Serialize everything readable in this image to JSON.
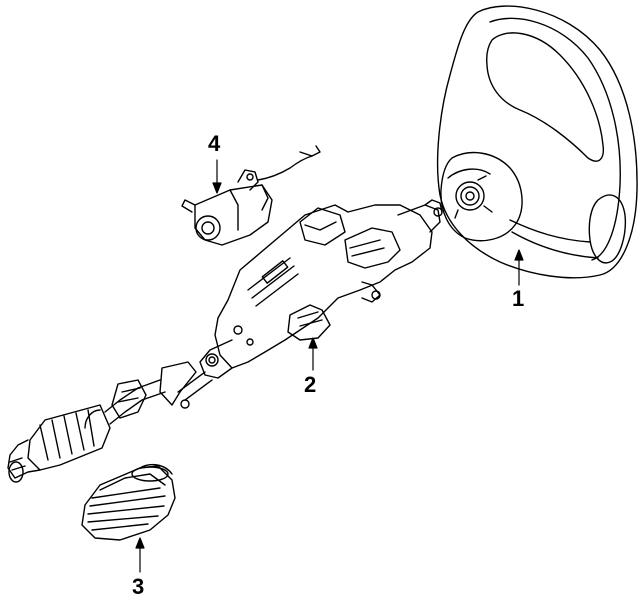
{
  "callouts": [
    {
      "id": "1",
      "label": "1",
      "part": "steering-wheel"
    },
    {
      "id": "2",
      "label": "2",
      "part": "steering-column"
    },
    {
      "id": "3",
      "label": "3",
      "part": "boot"
    },
    {
      "id": "4",
      "label": "4",
      "part": "lock-cylinder"
    }
  ],
  "colors": {
    "line": "#000000",
    "background": "#ffffff"
  }
}
